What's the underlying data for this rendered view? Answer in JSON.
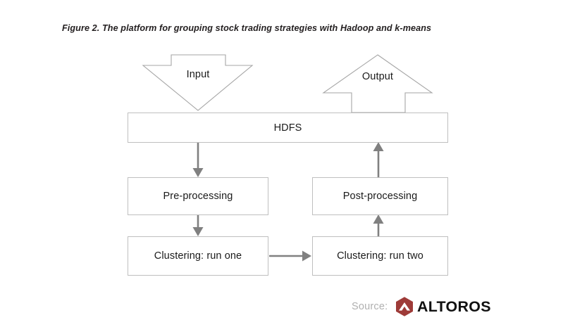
{
  "figure": {
    "caption": "Figure 2. The platform for grouping stock trading strategies with Hadoop and k-means"
  },
  "diagram": {
    "input_arrow_label": "Input",
    "output_arrow_label": "Output",
    "nodes": [
      {
        "id": "hdfs",
        "label": "HDFS"
      },
      {
        "id": "pre-processing",
        "label": "Pre-processing"
      },
      {
        "id": "post-processing",
        "label": "Post-processing"
      },
      {
        "id": "clustering-run-one",
        "label": "Clustering: run one"
      },
      {
        "id": "clustering-run-two",
        "label": "Clustering: run two"
      }
    ]
  },
  "source": {
    "label": "Source:",
    "brand_name": "ALTOROS"
  },
  "colors": {
    "box_border": "#bfbfbf",
    "arrow_gray": "#808080",
    "block_arrow_outline": "#a6a6a6",
    "text": "#1a1a1a",
    "source_text": "#b0b0b0",
    "brand_hex": "#9e3b38",
    "brand_text": "#111111",
    "background": "#ffffff"
  }
}
